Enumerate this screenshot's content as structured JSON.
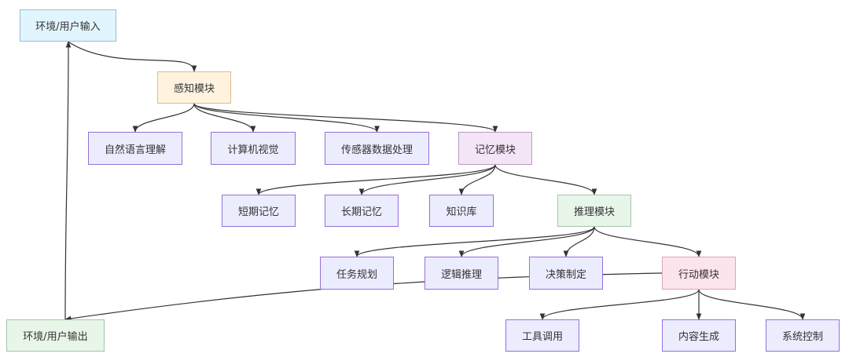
{
  "colors": {
    "default_fill": "#ECECFF",
    "default_border": "#9370DB",
    "edge": "#333333"
  },
  "nodes": {
    "input": {
      "label": "环境/用户输入",
      "fill": "#E1F5FE",
      "border": "#9DBBD6"
    },
    "perception": {
      "label": "感知模块",
      "fill": "#FFF3E0",
      "border": "#E3B98A"
    },
    "nlu": {
      "label": "自然语言理解"
    },
    "cv": {
      "label": "计算机视觉"
    },
    "sensor": {
      "label": "传感器数据处理"
    },
    "memory": {
      "label": "记忆模块",
      "fill": "#F3E5F5",
      "border": "#B69BC6"
    },
    "stm": {
      "label": "短期记忆"
    },
    "ltm": {
      "label": "长期记忆"
    },
    "kb": {
      "label": "知识库"
    },
    "reasoning": {
      "label": "推理模块",
      "fill": "#E8F5E9",
      "border": "#A7C4AC"
    },
    "task": {
      "label": "任务规划"
    },
    "logic": {
      "label": "逻辑推理"
    },
    "decision": {
      "label": "决策制定"
    },
    "action": {
      "label": "行动模块",
      "fill": "#FCE4EC",
      "border": "#D9A7B8"
    },
    "tool": {
      "label": "工具调用"
    },
    "content": {
      "label": "内容生成"
    },
    "system": {
      "label": "系统控制"
    },
    "output": {
      "label": "环境/用户输出",
      "fill": "#E8F5E9",
      "border": "#A7C4AC"
    }
  },
  "edges": [
    [
      "input",
      "perception"
    ],
    [
      "perception",
      "nlu"
    ],
    [
      "perception",
      "cv"
    ],
    [
      "perception",
      "sensor"
    ],
    [
      "perception",
      "memory"
    ],
    [
      "memory",
      "stm"
    ],
    [
      "memory",
      "ltm"
    ],
    [
      "memory",
      "kb"
    ],
    [
      "memory",
      "reasoning"
    ],
    [
      "reasoning",
      "task"
    ],
    [
      "reasoning",
      "logic"
    ],
    [
      "reasoning",
      "decision"
    ],
    [
      "reasoning",
      "action"
    ],
    [
      "action",
      "tool"
    ],
    [
      "action",
      "content"
    ],
    [
      "action",
      "system"
    ],
    [
      "action",
      "output"
    ],
    [
      "output",
      "input"
    ]
  ]
}
